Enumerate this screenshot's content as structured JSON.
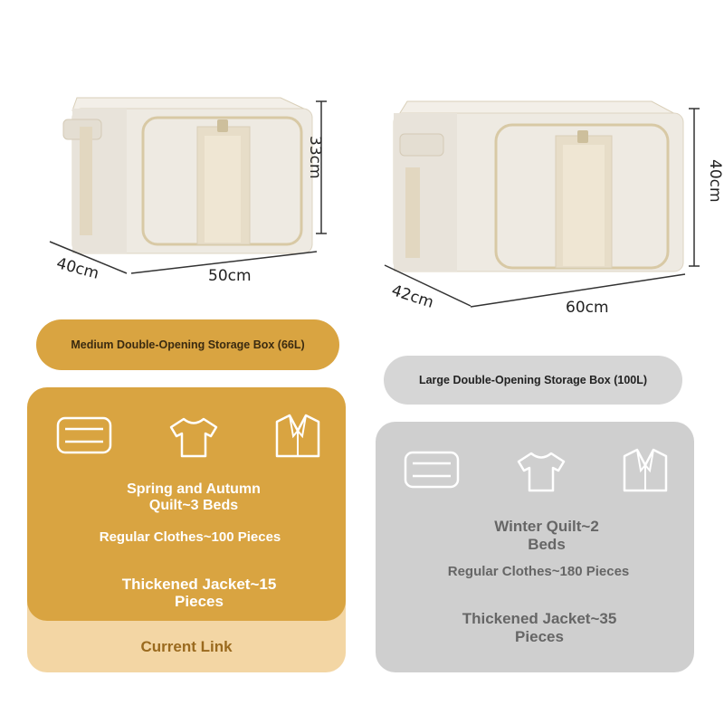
{
  "colors": {
    "gold": "#D9A441",
    "gold_light": "#F3D6A4",
    "gray": "#CFCFCF",
    "gray_light": "#D6D6D6",
    "box_body": "#EEEAE2",
    "box_trim": "#D8C9A5"
  },
  "medium_box": {
    "dims": {
      "height": "33cm",
      "depth": "40cm",
      "width": "50cm"
    },
    "title": "Medium Double-Opening Storage Box (66L)",
    "icons": [
      "quilt-icon",
      "tshirt-icon",
      "jacket-icon"
    ],
    "capacity": {
      "quilt": "Spring and Autumn\nQuilt~3 Beds",
      "clothes": "Regular Clothes~100 Pieces",
      "jacket": "Thickened Jacket~15\nPieces"
    },
    "link_label": "Current Link"
  },
  "large_box": {
    "dims": {
      "height": "40cm",
      "depth": "42cm",
      "width": "60cm"
    },
    "title": "Large Double-Opening Storage Box (100L)",
    "icons": [
      "quilt-icon",
      "tshirt-icon",
      "jacket-icon"
    ],
    "capacity": {
      "quilt": "Winter Quilt~2\nBeds",
      "clothes": "Regular Clothes~180 Pieces",
      "jacket": "Thickened Jacket~35\nPieces"
    }
  }
}
